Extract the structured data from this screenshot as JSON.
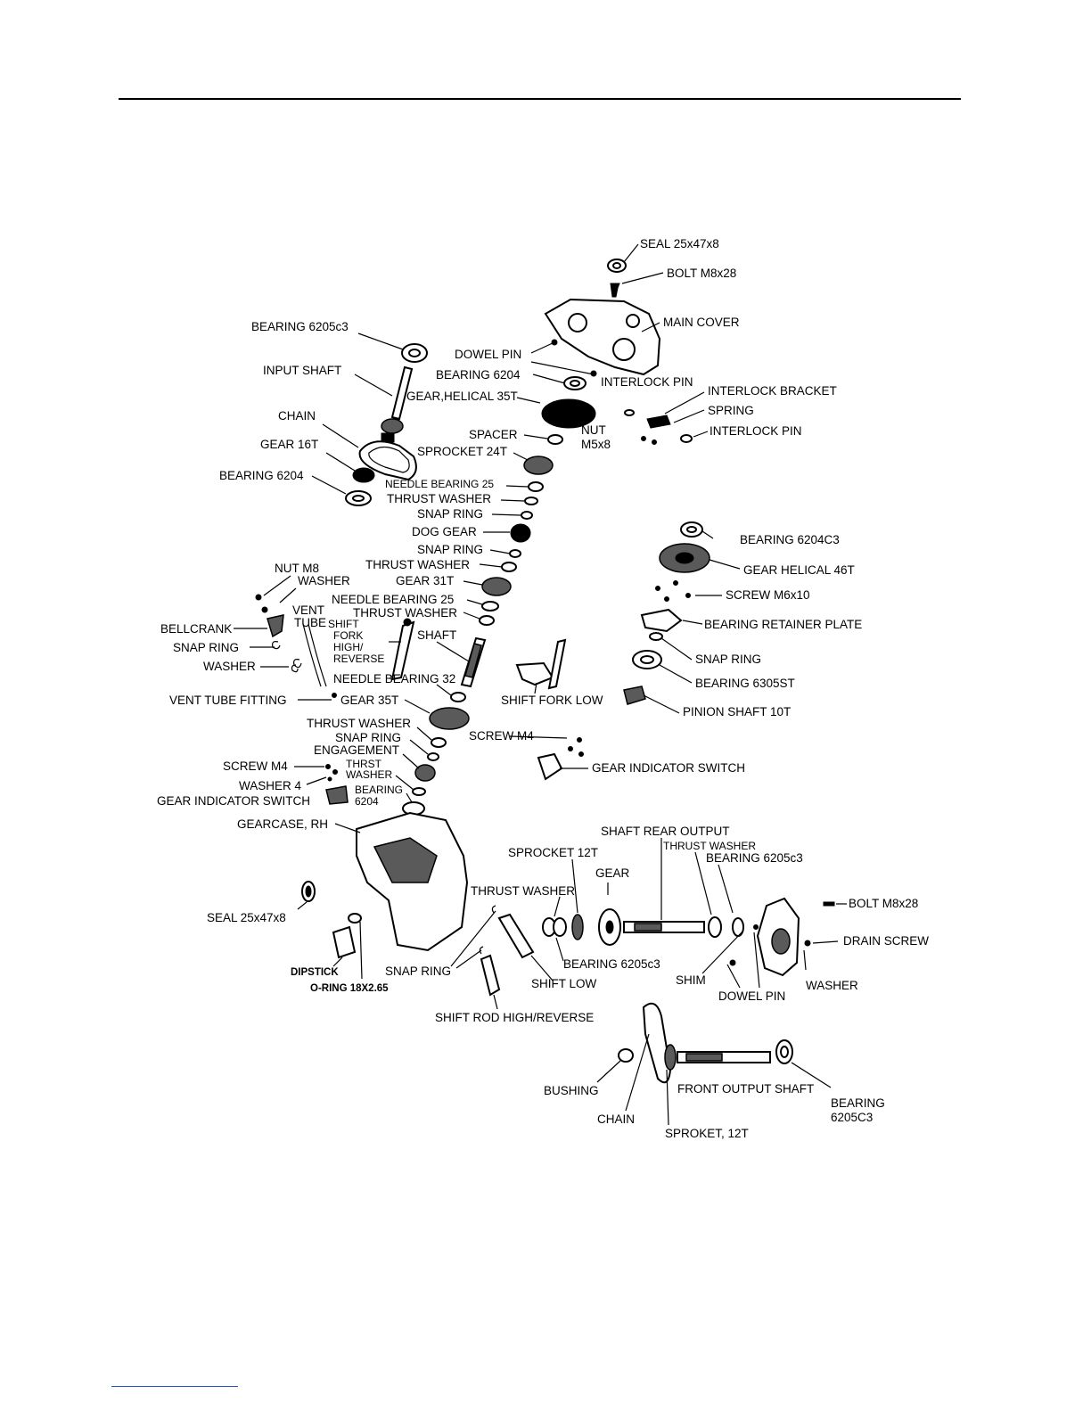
{
  "labels": {
    "seal_top": "SEAL 25x47x8",
    "bolt_top": "BOLT M8x28",
    "main_cover": "MAIN COVER",
    "bearing_6205c3_top": "BEARING 6205c3",
    "dowel_pin_top": "DOWEL PIN",
    "input_shaft": "INPUT SHAFT",
    "bearing_6204_top": "BEARING 6204",
    "interlock_pin_1": "INTERLOCK PIN",
    "interlock_bracket": "INTERLOCK BRACKET",
    "gear_helical_35t": "GEAR,HELICAL 35T",
    "spring": "SPRING",
    "chain_top": "CHAIN",
    "nut_m5_line1": "NUT",
    "nut_m5_line2": "M5x8",
    "interlock_pin_2": "INTERLOCK PIN",
    "spacer": "SPACER",
    "gear_16t": "GEAR 16T",
    "sprocket_24t": "SPROCKET 24T",
    "bearing_6204_left": "BEARING 6204",
    "needle_bearing_25_top": "NEEDLE BEARING 25",
    "thrust_washer_1": "THRUST WASHER",
    "snap_ring_1": "SNAP RING",
    "dog_gear": "DOG GEAR",
    "bearing_6204c3": "BEARING 6204C3",
    "snap_ring_2": "SNAP RING",
    "thrust_washer_2": "THRUST WASHER",
    "nut_m8": "NUT M8",
    "gear_helical_46t": "GEAR HELICAL 46T",
    "washer_top": "WASHER",
    "gear_31t": "GEAR 31T",
    "screw_m6x10": "SCREW M6x10",
    "needle_bearing_25_2": "NEEDLE BEARING 25",
    "vent": "VENT",
    "thrust_washer_3": "THRUST WASHER",
    "tube": "TUBE",
    "shift_fork_line1": "SHIFT",
    "shift_fork_line2": "FORK",
    "shift_fork_line3": "HIGH/",
    "shift_fork_line4": "REVERSE",
    "bearing_retainer_plate": "BEARING RETAINER PLATE",
    "bellcrank": "BELLCRANK",
    "shaft": "SHAFT",
    "snap_ring_left": "SNAP RING",
    "snap_ring_right": "SNAP RING",
    "washer_left": "WASHER",
    "needle_bearing_32": "NEEDLE BEARING 32",
    "bearing_6305st": "BEARING 6305ST",
    "vent_tube_fitting": "VENT TUBE FITTING",
    "gear_35t": "GEAR 35T",
    "shift_fork_low": "SHIFT FORK LOW",
    "pinion_shaft_10t": "PINION SHAFT 10T",
    "thrust_washer_4": "THRUST WASHER",
    "screw_m4_right": "SCREW M4",
    "snap_ring_3": "SNAP RING",
    "engagement": "ENGAGEMENT",
    "screw_m4_left": "SCREW M4",
    "thrst": "THRST",
    "gear_indicator_switch_right": "GEAR INDICATOR SWITCH",
    "washer_mid": "WASHER",
    "washer_4": "WASHER 4",
    "bearing_small_line1": "BEARING",
    "bearing_small_line2": "6204",
    "gear_indicator_switch_left": "GEAR INDICATOR SWITCH",
    "gearcase_rh": "GEARCASE, RH",
    "shaft_rear_output": "SHAFT REAR OUTPUT",
    "thrust_washer_rear": "THRUST WASHER",
    "sprocket_12t": "SPROCKET 12T",
    "bearing_6205c3_rear": "BEARING 6205c3",
    "gear": "GEAR",
    "thrust_washer_5": "THRUST WASHER",
    "bolt_right": "BOLT M8x28",
    "seal_left": "SEAL 25x47x8",
    "drain_screw": "DRAIN SCREW",
    "snap_ring_bottom": "SNAP RING",
    "bearing_6205c3_bottom": "BEARING 6205c3",
    "shim": "SHIM",
    "washer_right": "WASHER",
    "dipstick": "DIPSTICK",
    "dowel_pin_bottom": "DOWEL PIN",
    "shift_low": "SHIFT LOW",
    "o_ring": "O-RING 18X2.65",
    "shift_rod_high_reverse": "SHIFT ROD HIGH/REVERSE",
    "bushing": "BUSHING",
    "front_output_shaft": "FRONT OUTPUT SHAFT",
    "bearing_6205c3_front_line1": "BEARING",
    "bearing_6205c3_front_line2": "6205C3",
    "chain_bottom": "CHAIN",
    "sproket_12t": "SPROKET, 12T"
  },
  "colors": {
    "ink": "#000000",
    "footer_link_rule": "#1a55c8"
  }
}
